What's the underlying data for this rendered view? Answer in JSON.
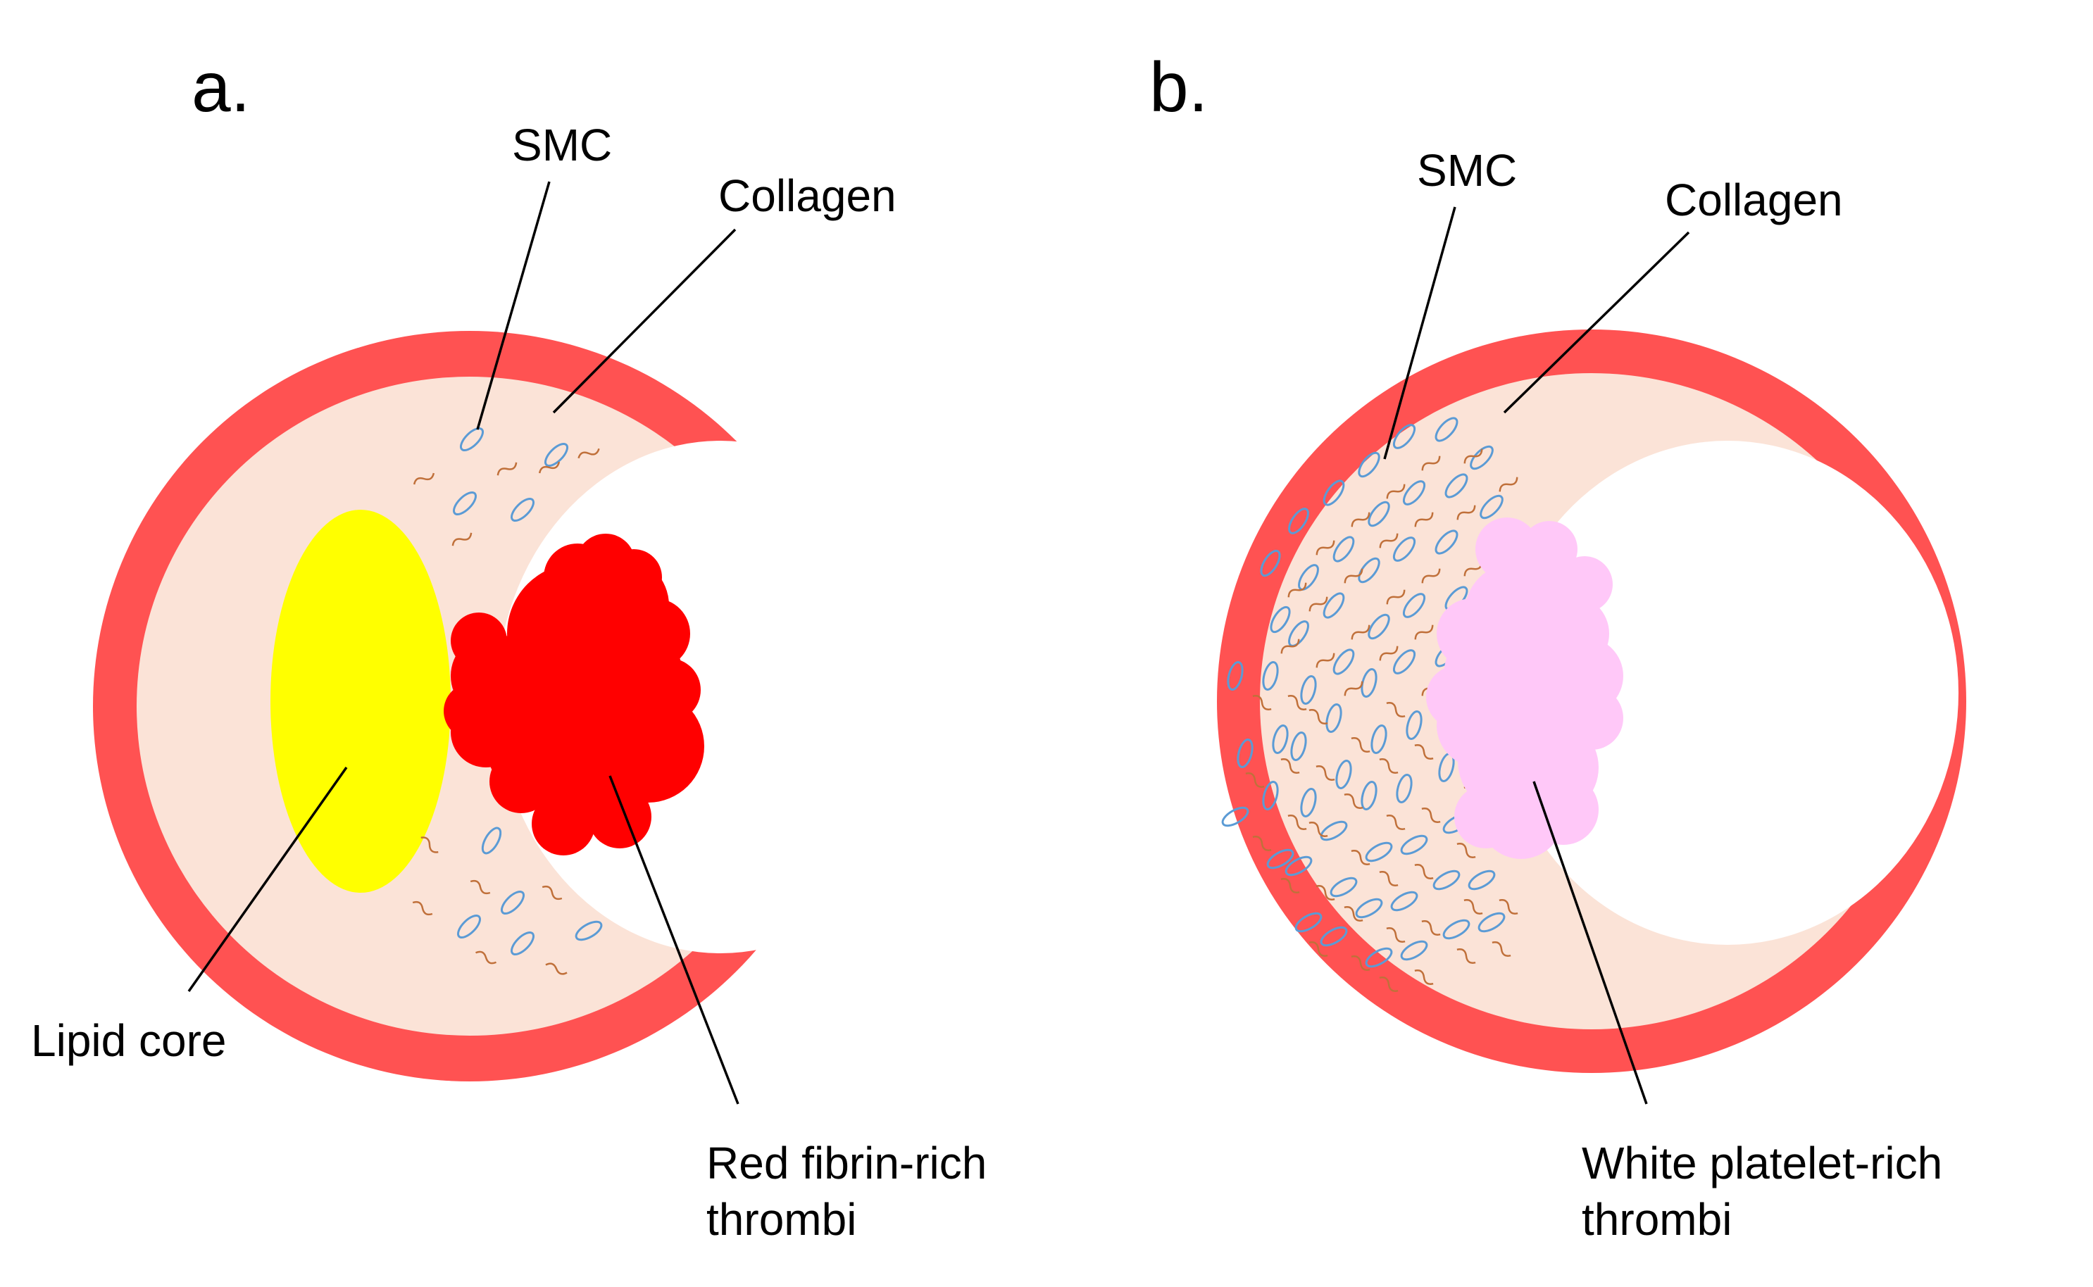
{
  "colors": {
    "vessel_wall": "#ff5252",
    "plaque": "#fbe3d7",
    "lumen": "#ffffff",
    "lipid_core": "#ffff00",
    "red_thrombus": "#ff0000",
    "white_thrombus": "#ffc8f8",
    "smc_outline": "#5b9bd5",
    "collagen": "#c0703a",
    "text": "#000000"
  },
  "panels": [
    {
      "id": "a",
      "label": "a.",
      "smc_label": "SMC",
      "collagen_label": "Collagen",
      "lipid_label": "Lipid core",
      "thrombus_label_line1": "Red fibrin-rich",
      "thrombus_label_line2": "thrombi"
    },
    {
      "id": "b",
      "label": "b.",
      "smc_label": "SMC",
      "collagen_label": "Collagen",
      "thrombus_label_line1": "White platelet-rich",
      "thrombus_label_line2": "thrombi"
    }
  ]
}
